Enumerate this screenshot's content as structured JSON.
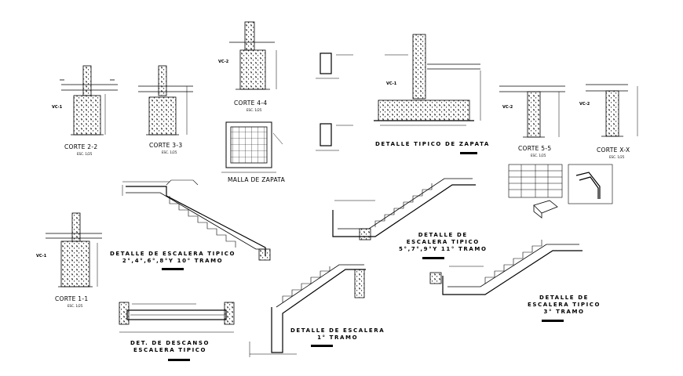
{
  "sections": {
    "corte_2_2": "CORTE 2-2",
    "corte_3_3": "CORTE 3-3",
    "corte_4_4": "CORTE 4-4",
    "corte_5_5": "CORTE 5-5",
    "corte_x_x": "CORTE X-X",
    "corte_1_1": "CORTE 1-1",
    "malla_zapata": "MALLA DE ZAPATA",
    "scale_note": "ESC. 1/25"
  },
  "beam_tags": {
    "vc1": "VC-1",
    "vc2": "VC-2"
  },
  "titles": {
    "detalle_zapata": "DETALLE TIPICO DE ZAPATA",
    "escalera_2_4": "DETALLE DE ESCALERA TIPICO\n2°,4°,6°,8°Y 10° TRAMO",
    "escalera_5_7": "DETALLE DE\nESCALERA TIPICO\n5°,7°,9°Y 11° TRAMO",
    "escalera_3": "DETALLE DE\nESCALERA TIPICO\n3° TRAMO",
    "escalera_1": "DETALLE DE ESCALERA\n1° TRAMO",
    "descanso": "DET. DE DESCANSO\nESCALERA TIPICO"
  },
  "colors": {
    "line": "#000000",
    "background": "#ffffff"
  }
}
